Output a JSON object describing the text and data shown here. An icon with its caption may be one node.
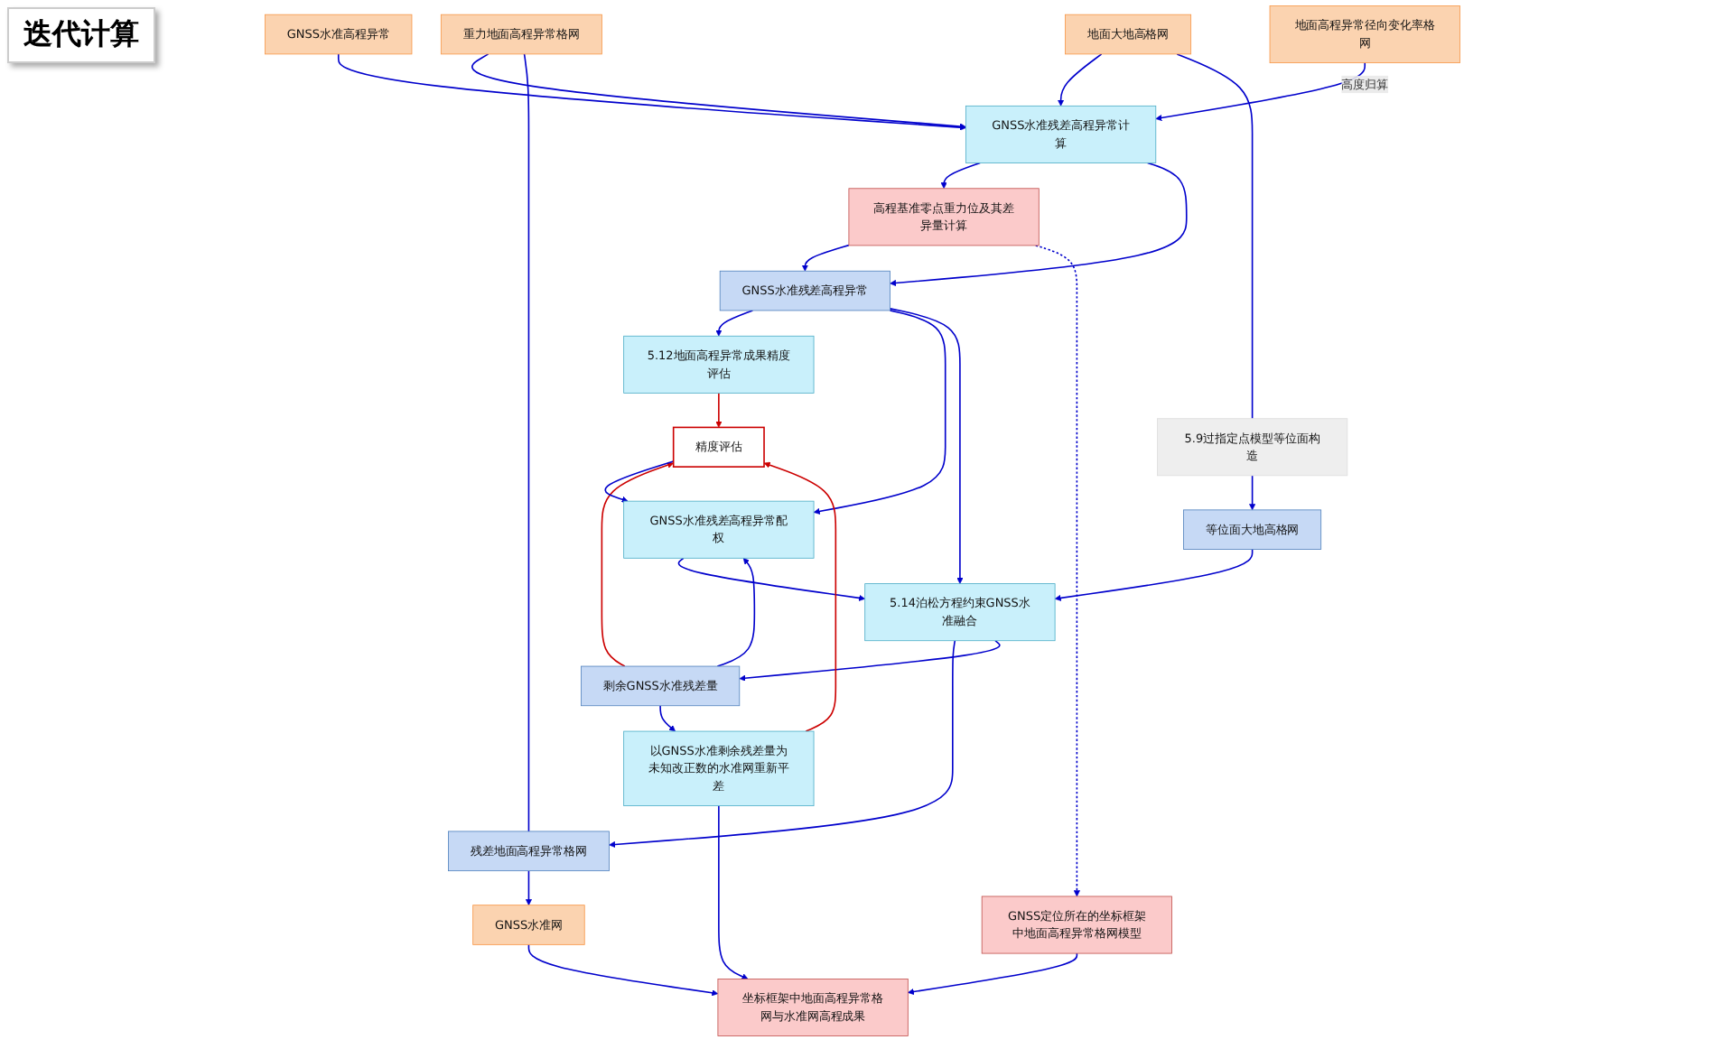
{
  "diagram": {
    "nodes": [
      {
        "text": [
          "重力地面高程异常格网"
        ]
      },
      {
        "text": [
          "GNSS水准高程异常"
        ]
      },
      {
        "text": [
          "地面高程异常径向变化率格网"
        ]
      },
      {
        "text": [
          "地面大地高格网"
        ]
      },
      {
        "text": [
          "GNSS水准残差高程异常计算"
        ]
      },
      {
        "text": [
          "高程基准零点重力位及其差异量计算"
        ]
      },
      {
        "text": [
          "5.9过指定点模型等位面构造"
        ]
      },
      {
        "text": [
          "GNSS水准残差高程异常"
        ]
      },
      {
        "text": [
          "5.12地面高程异常成果精度评估"
        ]
      },
      {
        "text": [
          "GNSS水准残差高程异常配权"
        ]
      },
      {
        "text": [
          "等位面大地高格网"
        ]
      },
      {
        "text": [
          "5.14泊松方程约束GNSS水准融合"
        ]
      },
      {
        "text": [
          "剩余GNSS水准残差量"
        ]
      },
      {
        "text": [
          "精度评估"
        ]
      },
      {
        "text": [
          "残差地面高程异常格网"
        ]
      },
      {
        "text": [
          "GNSS定位所在的坐标框架中地面高程异常格网模型"
        ]
      },
      {
        "text": [
          "GNSS水准网"
        ]
      },
      {
        "text": [
          "坐标框架中地面高程异常格网与水准网高程成果"
        ]
      },
      {
        "text": [
          "以GNSS水准剩余残差量为未知改正数的水准网重新平差"
        ]
      }
    ],
    "edges": [
      {
        "from": 0,
        "to": 4,
        "arrow": "to"
      },
      {
        "from": 3,
        "to": 4,
        "arrow": "to"
      },
      {
        "from": 1,
        "to": 4,
        "arrow": "to"
      },
      {
        "from": 2,
        "to": 4,
        "arrow": "to",
        "label": "高度归算"
      },
      {
        "from": 4,
        "to": 5,
        "arrow": "to"
      },
      {
        "from": 4,
        "to": 7,
        "arrow": "to"
      },
      {
        "from": 5,
        "to": 7,
        "arrow": "to"
      },
      {
        "from": 3,
        "to": 6,
        "arrow": "none"
      },
      {
        "from": 6,
        "to": 10,
        "arrow": "to"
      },
      {
        "from": 7,
        "to": 8,
        "arrow": "to"
      },
      {
        "from": 7,
        "to": 9,
        "arrow": "to"
      },
      {
        "from": 7,
        "to": 11,
        "arrow": "to"
      },
      {
        "from": 9,
        "to": 11,
        "arrow": "to"
      },
      {
        "from": 10,
        "to": 11,
        "arrow": "to"
      },
      {
        "from": 11,
        "to": 14,
        "arrow": "to"
      },
      {
        "from": 11,
        "to": 12,
        "arrow": "to"
      },
      {
        "from": 0,
        "to": 14,
        "arrow": "none"
      },
      {
        "from": 12,
        "to": 13,
        "arrow": "to",
        "color": "#cc0000"
      },
      {
        "from": 12,
        "to": 9,
        "arrow": "to"
      },
      {
        "from": 13,
        "to": 9,
        "arrow": "to"
      },
      {
        "from": 8,
        "to": 13,
        "arrow": "to",
        "color": "#cc0000"
      },
      {
        "from": 12,
        "to": 18,
        "arrow": "to"
      },
      {
        "from": 18,
        "to": 13,
        "arrow": "to",
        "color": "#cc0000"
      },
      {
        "from": 18,
        "to": 17,
        "arrow": "to"
      },
      {
        "from": 5,
        "to": 15,
        "arrow": "to",
        "style": "dashed"
      },
      {
        "from": 15,
        "to": 17,
        "arrow": "to"
      },
      {
        "from": 14,
        "to": 16,
        "arrow": "to"
      },
      {
        "from": 16,
        "to": 17,
        "arrow": "to"
      }
    ],
    "labels": [
      "迭代计算"
    ]
  }
}
